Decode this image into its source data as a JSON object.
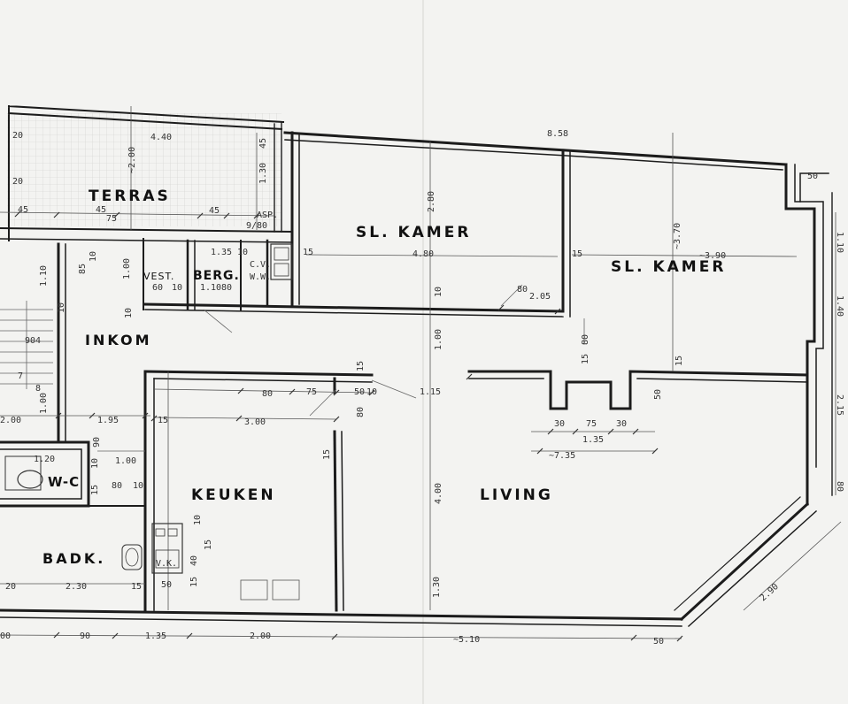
{
  "rooms": {
    "terras": "TERRAS",
    "bedroom1": "SL. KAMER",
    "bedroom2": "SL. KAMER",
    "entrance": "INKOM",
    "vestibule": "VEST.",
    "storage": "BERG.",
    "toilet": "W-C",
    "kitchen": "KEUKEN",
    "living": "LIVING",
    "bathroom": "BADK."
  },
  "labels": {
    "cv": "C.V.",
    "ww": "W.W.",
    "vk": "V.K.",
    "asp": "ASP."
  },
  "dimensions": {
    "terras_width": "4.40",
    "terras_depth": "~2.00",
    "terras_side_top": "20",
    "terras_side_mid": "20",
    "terras_45_left": "45",
    "terras_45_mid": "45",
    "terras_45_right": "45",
    "terras_75": "75",
    "terras_45_top": "45",
    "terras_130": "1.30",
    "asp_80": "9/80",
    "bed1_2_80": "2.80",
    "bed1_4_80": "4.80",
    "bed1_15": "15",
    "bed1_10": "10",
    "bed1_80": "80",
    "bed1_205": "2.05",
    "top_width": "8.58",
    "bed2_3_70": "~3.70",
    "bed2_3_90": "~3.90",
    "bed2_15_left": "15",
    "bed2_15_bottom": "15",
    "right_50": "50",
    "right_110": "1.10",
    "right_140": "1.40",
    "right_215": "2.15",
    "right_80": "80",
    "vest_100": "1.00",
    "vest_60": "60",
    "vest_10a": "10",
    "berg_1_10": "1.10",
    "berg_80": "80",
    "berg_10": "10",
    "berg_135": "1.35",
    "berg_10b": "10",
    "inkom_110": "1.10",
    "inkom_85": "85",
    "inkom_10": "10",
    "inkom_904": "904",
    "inkom_7": "7",
    "inkom_8": "8",
    "inkom_100": "1.00",
    "inkom_10b": "10",
    "inkom_195": "1.95",
    "inkom_15": "15",
    "left_200": "2.00",
    "hall_100": "1.00",
    "hall_15": "15",
    "kitchen_80": "80",
    "kitchen_75": "75",
    "kitchen_50": "50",
    "kitchen_10": "10",
    "kitchen_300": "3.00",
    "kitchen_80b": "80",
    "kitchen_15": "15",
    "kitchen_115": "1.15",
    "kitchen_40": "40",
    "kitchen_15b": "15",
    "kitchen_50b": "50",
    "kitchen_10b": "10",
    "kitchen_15c": "15",
    "living_400": "4.00",
    "living_130": "1.30",
    "living_735": "~7.35",
    "living_135": "1.35",
    "living_30a": "30",
    "living_75": "75",
    "living_30b": "30",
    "living_50": "50",
    "living_80": "80",
    "living_15": "15",
    "wc_90": "90",
    "wc_120": "1.20",
    "wc_80": "80",
    "wc_10": "10",
    "wc_100": "1.00",
    "wc_15": "15",
    "wc_10b": "10",
    "bath_20": "20",
    "bath_230": "2.30",
    "bath_15": "15",
    "bottom_00": "00",
    "bottom_90": "90",
    "bottom_135": "1.35",
    "bottom_200": "2.00",
    "bottom_510": "~5.10",
    "bottom_50": "50",
    "diag_290": "2.90"
  }
}
